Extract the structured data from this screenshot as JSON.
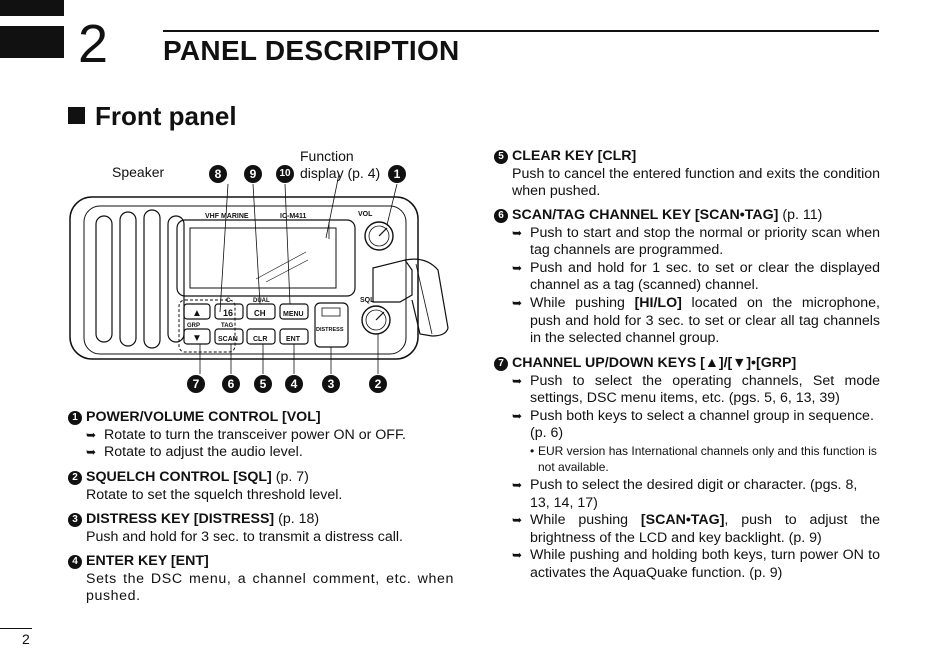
{
  "header": {
    "chapter_number": "2",
    "chapter_title": "PANEL DESCRIPTION"
  },
  "section": {
    "title": "Front panel"
  },
  "figure": {
    "labels": {
      "speaker": "Speaker",
      "function_display_1": "Function",
      "function_display_2": "display (p. 4)",
      "vhf_marine": "VHF MARINE",
      "model": "IC-M411",
      "vol": "VOL",
      "sql": "SQL",
      "c": "C",
      "dual": "DUAL",
      "grp": "GRP",
      "tag": "TAG",
      "distress": "DISTRESS"
    },
    "keys": {
      "up": "▲",
      "down": "▼",
      "ch16": "16",
      "ch": "CH",
      "menu": "MENU",
      "scan": "SCAN",
      "clr": "CLR",
      "ent": "ENT"
    },
    "callouts_top": [
      "8",
      "9",
      "10",
      "1"
    ],
    "callouts_bottom": [
      "7",
      "6",
      "5",
      "4",
      "3",
      "2"
    ]
  },
  "left_items": [
    {
      "num": "❶",
      "title": "POWER/VOLUME CONTROL [VOL]",
      "page": "",
      "bullets": [
        "Rotate to turn the transceiver power ON or OFF.",
        "Rotate to adjust the audio level."
      ]
    },
    {
      "num": "❷",
      "title": "SQUELCH CONTROL [SQL]",
      "page": "(p. 7)",
      "text": "Rotate to set the squelch threshold level."
    },
    {
      "num": "❸",
      "title": "DISTRESS KEY [DISTRESS]",
      "page": "(p. 18)",
      "text": "Push and hold for 3 sec. to transmit a distress call."
    },
    {
      "num": "❹",
      "title": "ENTER KEY [ENT]",
      "page": "",
      "text": "Sets the DSC menu, a channel comment, etc. when pushed."
    }
  ],
  "right_items": {
    "clear": {
      "num": "❺",
      "title": "CLEAR KEY [CLR]",
      "text": "Push to cancel the entered function and exits the condition when pushed."
    },
    "scan": {
      "num": "❻",
      "title": "SCAN/TAG CHANNEL KEY [SCAN•TAG]",
      "page": "(p. 11)",
      "b1": "Push to start and stop the normal or priority scan when tag channels are programmed.",
      "b2": "Push and hold for 1 sec. to set or clear the displayed channel as a tag (scanned) channel.",
      "b3_pre": "While pushing ",
      "b3_key": "[HI/LO]",
      "b3_post": " located on the microphone, push and hold for 3 sec. to set or clear all tag channels in the selected channel group."
    },
    "updown": {
      "num": "❼",
      "title": "CHANNEL UP/DOWN KEYS [▲]/[▼]•[GRP]",
      "b1": "Push to select the operating channels, Set mode settings, DSC menu items, etc.  (pgs. 5, 6, 13, 39)",
      "b2": "Push both keys to select a channel group in sequence. (p. 6)",
      "note": "EUR version has International channels only and this function is not available.",
      "b3": "Push to select the desired digit or character. (pgs. 8, 13, 14, 17)",
      "b4_pre": "While pushing ",
      "b4_key": "[SCAN•TAG]",
      "b4_post": ", push to adjust the brightness of the LCD and key backlight. (p. 9)",
      "b5": "While pushing and holding both keys, turn power ON to activates the AquaQuake function. (p. 9)"
    }
  },
  "footer": {
    "page_number": "2"
  }
}
